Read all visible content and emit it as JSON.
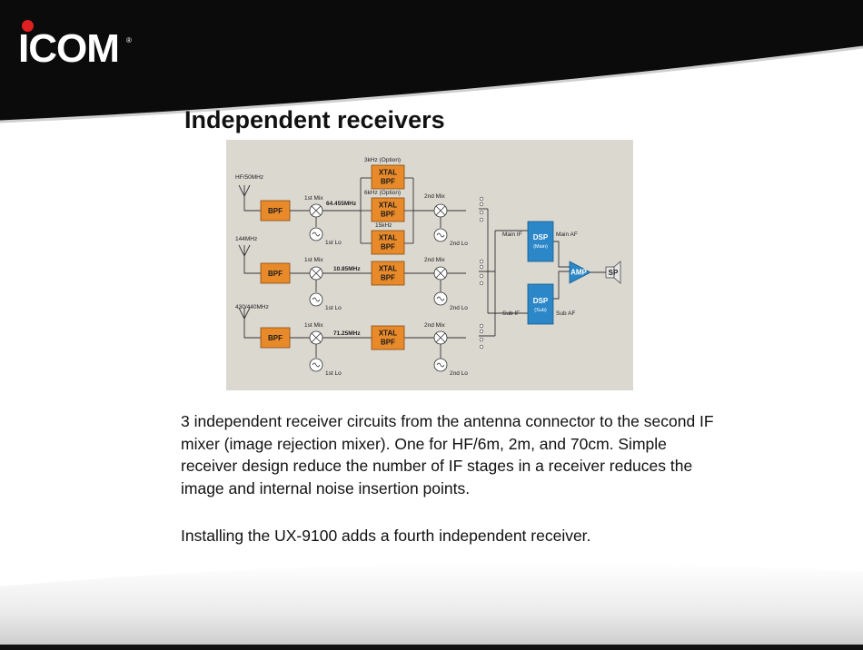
{
  "slide": {
    "brand": "ICOM",
    "brand_mark": "®",
    "title": "Independent receivers",
    "paragraphs": [
      "3 independent receiver circuits from the antenna connector to the second IF mixer (image rejection mixer).  One for HF/6m, 2m, and 70cm.  Simple receiver design reduce the number of IF stages in a receiver reduces the image and internal noise insertion points.",
      "Installing the UX-9100 adds a fourth independent receiver."
    ]
  },
  "diagram": {
    "antennas": [
      "HF/50MHz",
      "144MHz",
      "430/440MHz"
    ],
    "bpf": "BPF",
    "mix1": "1st Mix",
    "lo1": "1st Lo",
    "mix2": "2nd Mix",
    "lo2": "2nd Lo",
    "if_freqs": [
      "64.455MHz",
      "10.85MHz",
      "71.25MHz"
    ],
    "xtal": [
      "XTAL",
      "BPF"
    ],
    "filter_labels": [
      "3kHz (Option)",
      "6kHz (Option)",
      "15kHz"
    ],
    "main_if": "Main IF",
    "sub_if": "Sub IF",
    "main_af": "Main AF",
    "sub_af": "Sub AF",
    "dsp": "DSP",
    "dsp_main": "(Main)",
    "dsp_sub": "(Sub)",
    "amp": "AMP",
    "sp": "SP",
    "colors": {
      "filter": "#e88a2a",
      "dsp": "#2b87c8",
      "background": "#dbd8d0",
      "brand_red": "#e02020"
    }
  }
}
